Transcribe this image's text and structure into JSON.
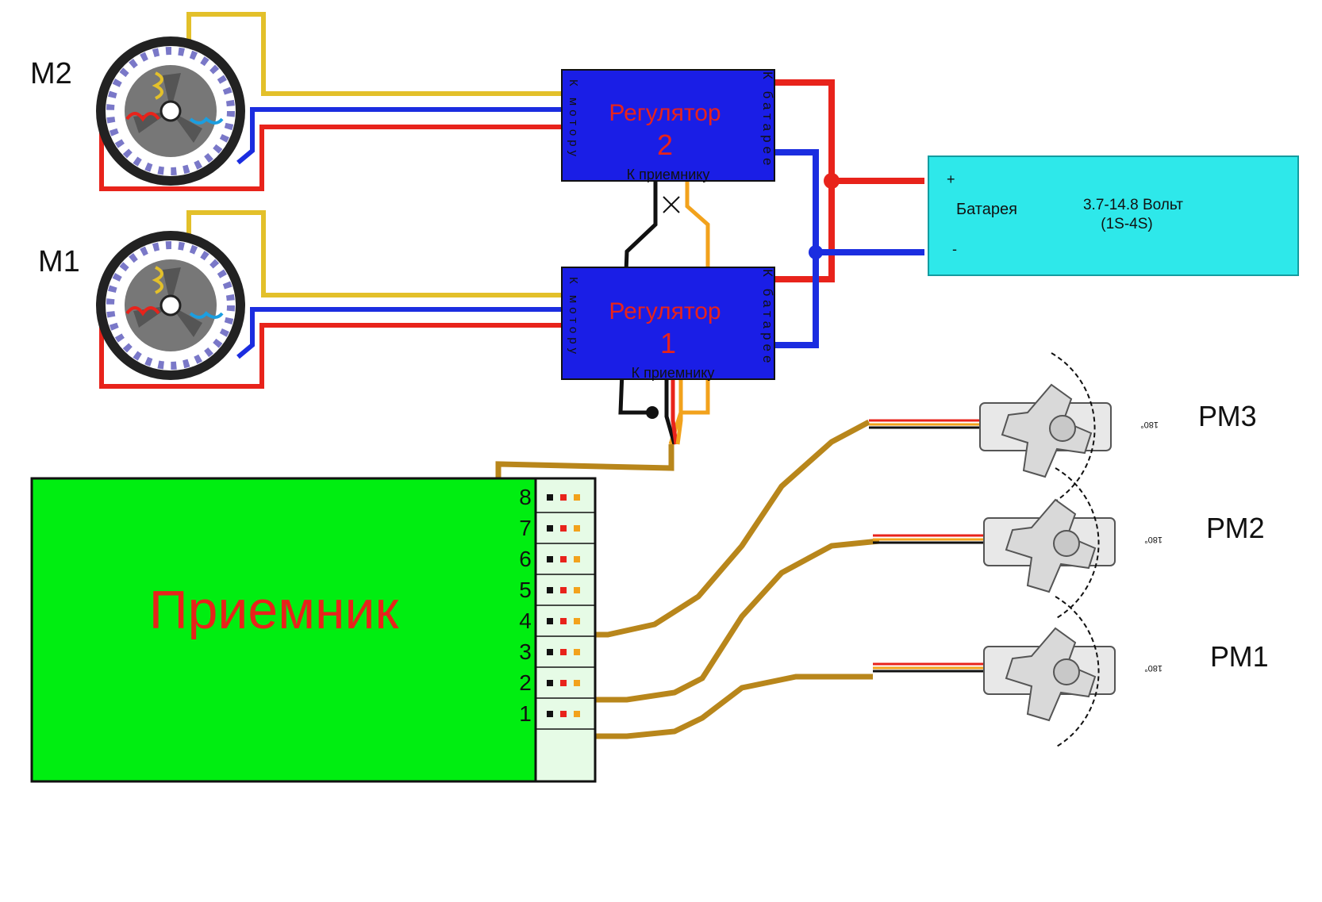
{
  "motors": [
    {
      "label": "M2"
    },
    {
      "label": "M1"
    }
  ],
  "escs": [
    {
      "title": "Регулятор",
      "number": "2",
      "left_side": "К мотору",
      "right_side": "К батарее",
      "bottom": "К приемнику"
    },
    {
      "title": "Регулятор",
      "number": "1",
      "left_side": "К мотору",
      "right_side": "К батарее",
      "bottom": "К приемнику"
    }
  ],
  "battery": {
    "plus": "+",
    "minus": "-",
    "name": "Батарея",
    "voltage": "3.7-14.8 Вольт",
    "cells": "(1S-4S)"
  },
  "receiver": {
    "label": "Приемник",
    "channels": [
      "8",
      "7",
      "6",
      "5",
      "4",
      "3",
      "2",
      "1"
    ]
  },
  "servos": [
    {
      "label": "РМ3",
      "mark": "180°"
    },
    {
      "label": "РМ2",
      "mark": "180°"
    },
    {
      "label": "РМ1",
      "mark": "180°"
    }
  ],
  "colors": {
    "motor_wire_yellow": "#e3c02a",
    "motor_wire_blue": "#1b2de0",
    "motor_wire_red": "#e8231b",
    "esc_fill": "#1a1ee6",
    "esc_text": "#e8231b",
    "battery_fill": "#2ee8ea",
    "receiver_fill": "#00ee11",
    "receiver_text": "#e8231b",
    "servo_cable": "#b8861b",
    "signal_orange": "#f2a21c",
    "ground_black": "#111111"
  }
}
